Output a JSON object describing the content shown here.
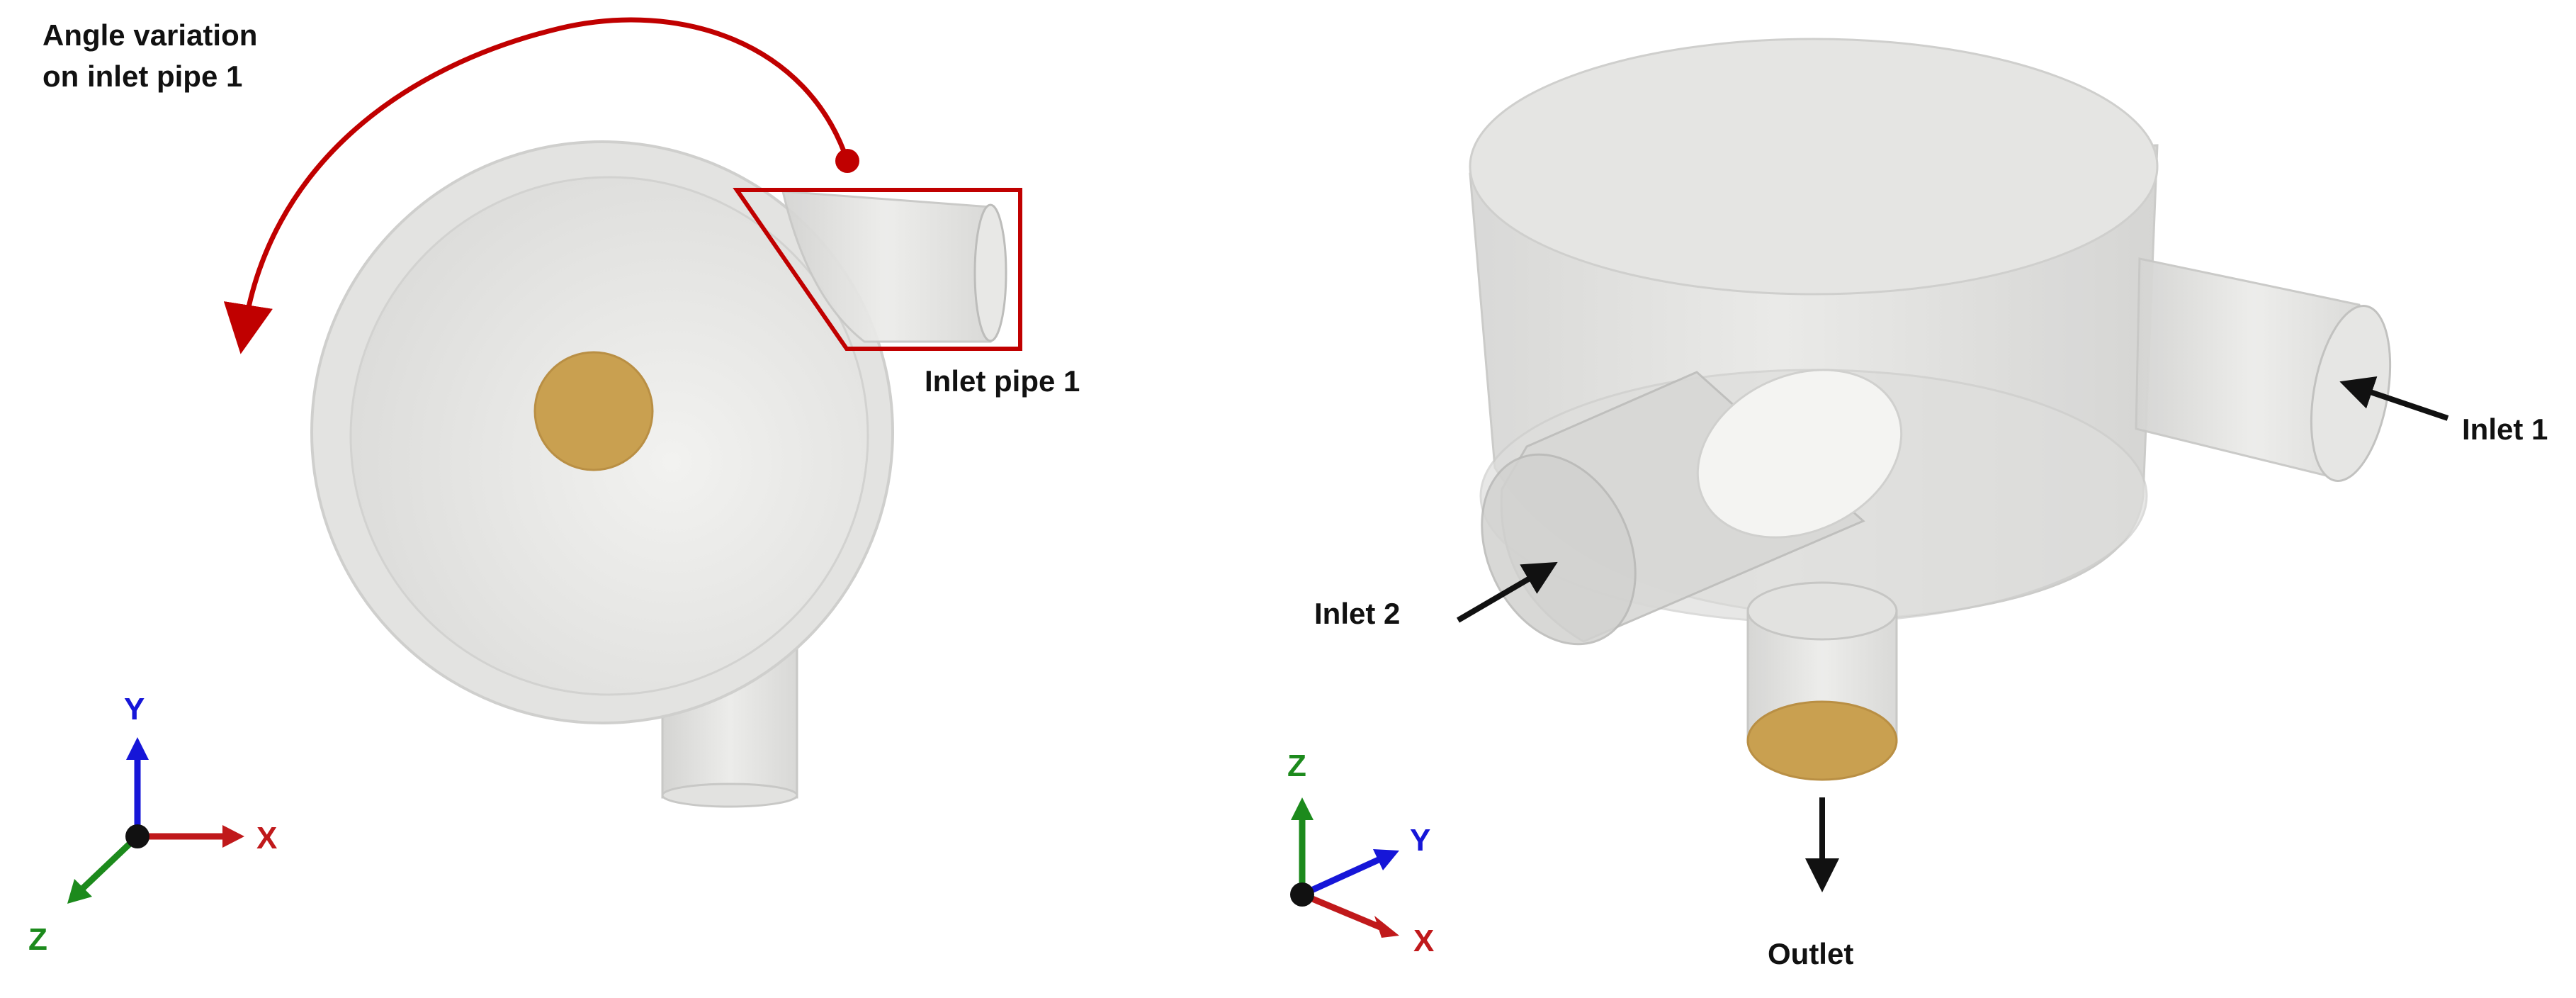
{
  "left_view": {
    "annotation_line1": "Angle variation",
    "annotation_line2": "on inlet pipe 1",
    "pipe_label": "Inlet pipe 1",
    "axes": {
      "y": "Y",
      "x": "X",
      "z": "Z"
    }
  },
  "right_view": {
    "inlet1_label": "Inlet 1",
    "inlet2_label": "Inlet 2",
    "outlet_label": "Outlet",
    "axes": {
      "z": "Z",
      "y": "Y",
      "x": "X"
    }
  },
  "colors": {
    "highlight_red": "#c00000",
    "outlet_face": "#c9a050",
    "body_gray": "#e6e6e4",
    "axis_x": "#c0191b",
    "axis_y": "#1616d8",
    "axis_z": "#1c8a1c"
  }
}
